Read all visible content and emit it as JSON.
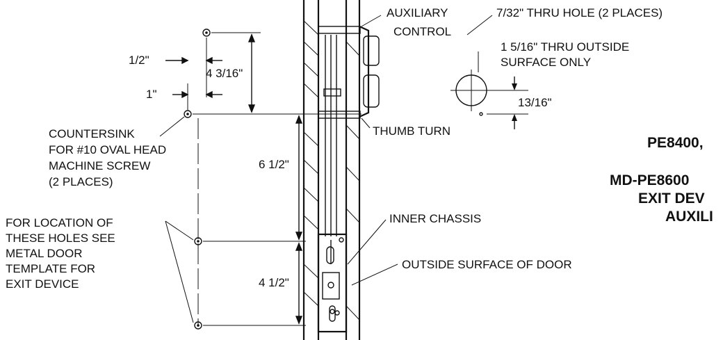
{
  "labels": {
    "auxiliary_control_1": "AUXILIARY",
    "auxiliary_control_2": "CONTROL",
    "thru_hole": "7/32\" THRU HOLE (2 PLACES)",
    "outside_surface_1": "1 5/16\" THRU OUTSIDE",
    "outside_surface_2": "SURFACE ONLY",
    "thumb_turn": "THUMB TURN",
    "countersink_1": "COUNTERSINK",
    "countersink_2": "FOR #10 OVAL HEAD",
    "countersink_3": "MACHINE SCREW",
    "countersink_4": "(2 PLACES)",
    "location_1": "FOR LOCATION OF",
    "location_2": "THESE HOLES SEE",
    "location_3": "METAL DOOR",
    "location_4": "TEMPLATE FOR",
    "location_5": "EXIT DEVICE",
    "inner_chassis": "INNER CHASSIS",
    "outside_surface_door": "OUTSIDE SURFACE OF DOOR"
  },
  "dimensions": {
    "half_inch": "1/2\"",
    "one_inch": "1\"",
    "four_3_16": "4 3/16\"",
    "six_half": "6 1/2\"",
    "four_half": "4 1/2\"",
    "thirteen_16": "13/16\""
  },
  "title_block": {
    "line1": "PE8400,",
    "line2": "MD-PE8600",
    "line3": "EXIT DEV",
    "line4": "AUXILI"
  }
}
